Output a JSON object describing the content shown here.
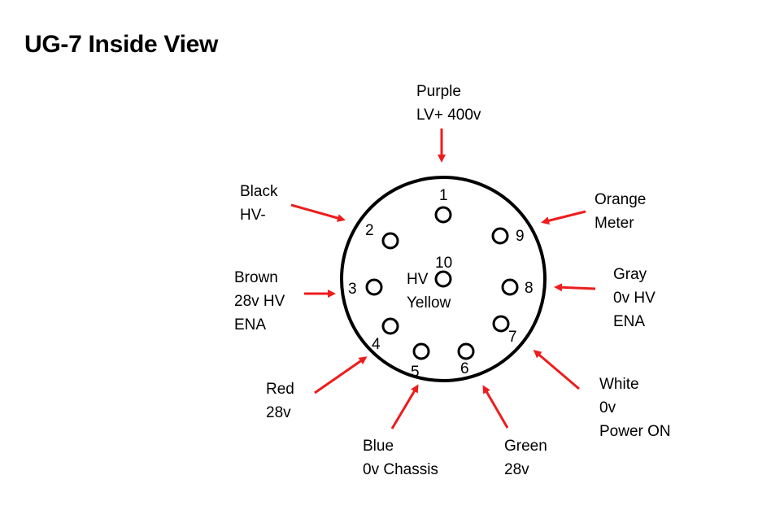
{
  "title": "UG-7 Inside View",
  "colors": {
    "arrow": "#ee1c1c",
    "outline": "#000000"
  },
  "pins": [
    {
      "number": "1"
    },
    {
      "number": "2"
    },
    {
      "number": "3"
    },
    {
      "number": "4"
    },
    {
      "number": "5"
    },
    {
      "number": "6"
    },
    {
      "number": "7"
    },
    {
      "number": "8"
    },
    {
      "number": "9"
    },
    {
      "number": "10",
      "caption": [
        "HV",
        "Yellow"
      ]
    }
  ],
  "wires": {
    "purple": [
      "Purple",
      "LV+ 400v"
    ],
    "black": [
      "Black",
      "HV-"
    ],
    "orange": [
      "Orange",
      "Meter"
    ],
    "brown": [
      "Brown",
      "28v HV",
      "ENA"
    ],
    "gray": [
      "Gray",
      "0v HV",
      "ENA"
    ],
    "red": [
      "Red",
      "28v"
    ],
    "white": [
      "White",
      "0v",
      "Power ON"
    ],
    "blue": [
      "Blue",
      "0v Chassis"
    ],
    "green": [
      "Green",
      "28v"
    ]
  }
}
